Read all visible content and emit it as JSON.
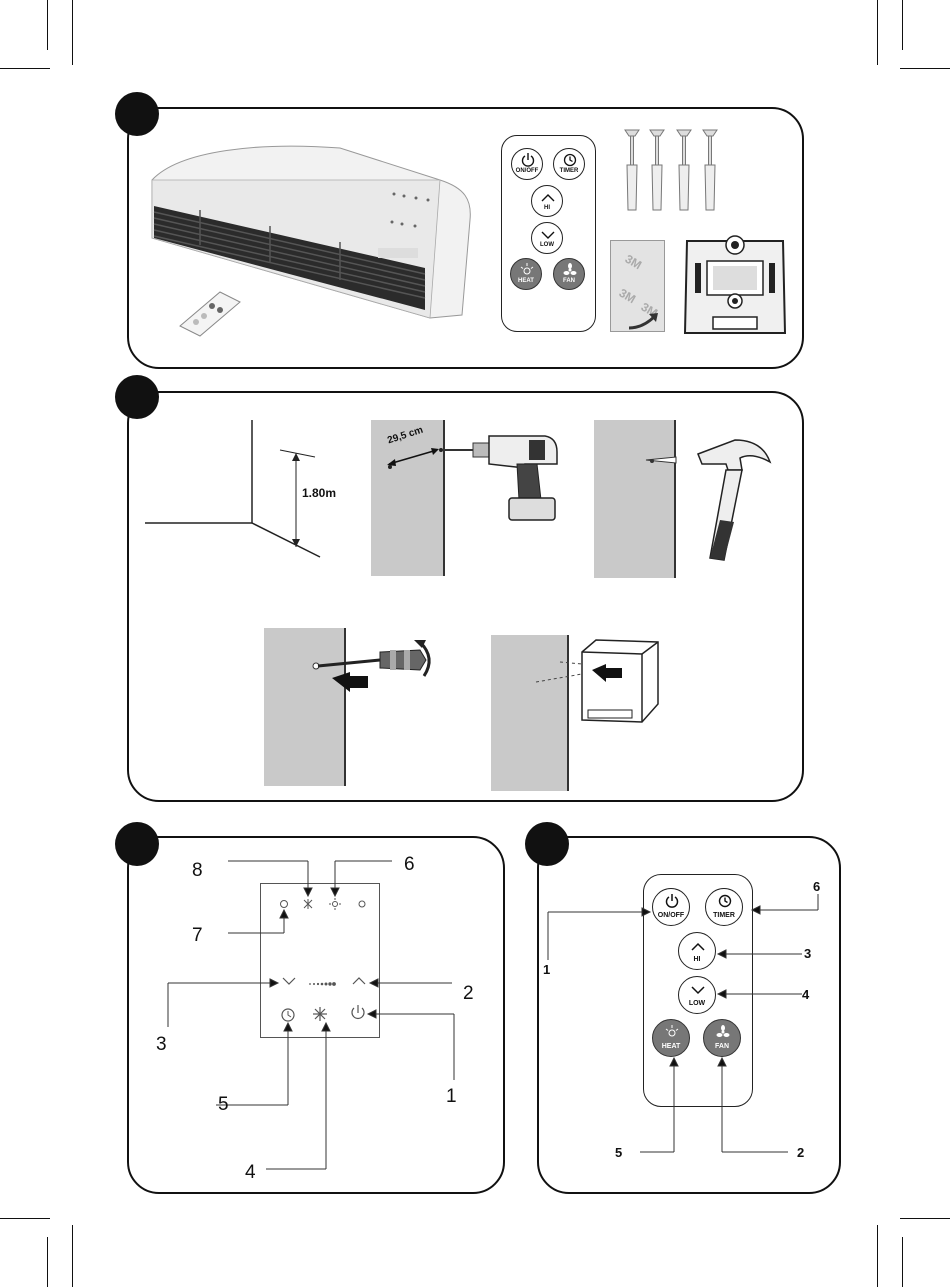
{
  "panel1": {
    "remote_buttons": {
      "on_off": "ON/OFF",
      "timer": "TIMER",
      "hi": "HI",
      "low": "LOW",
      "heat": "HEAT",
      "fan": "FAN"
    },
    "tape_text": "3M"
  },
  "panel2": {
    "height_label": "1.80m",
    "distance_label": "29,5 cm"
  },
  "panel3": {
    "callouts": [
      "8",
      "6",
      "7",
      "3",
      "2",
      "5",
      "1",
      "4"
    ]
  },
  "panel4": {
    "remote_buttons": {
      "on_off": "ON/OFF",
      "timer": "TIMER",
      "hi": "HI",
      "low": "LOW",
      "heat": "HEAT",
      "fan": "FAN"
    },
    "callouts": [
      "1",
      "6",
      "3",
      "4",
      "5",
      "2"
    ]
  }
}
